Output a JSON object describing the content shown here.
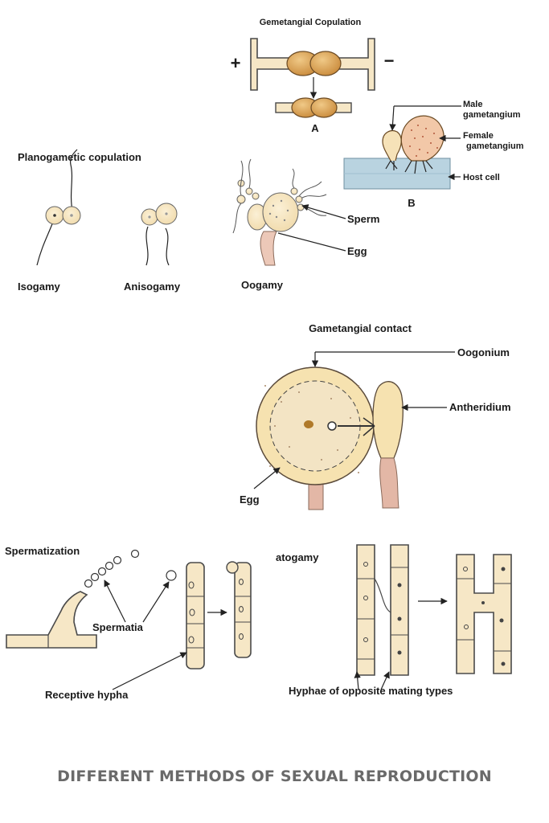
{
  "panels": {
    "gametangial_copulation": {
      "title": "Gemetangial Copulation",
      "plus_sign": "+",
      "minus_sign": "−",
      "label_a": "A",
      "label_b": "B",
      "male_gametangium": "Male\ngametangium",
      "male_line1": "Male",
      "male_line2": "gametangium",
      "female_line1": "Female",
      "female_line2": "gametangium",
      "host_cell": "Host cell"
    },
    "planogametic_copulation": {
      "title": "Planogametic copulation",
      "isogamy": "Isogamy",
      "anisogamy": "Anisogamy",
      "oogamy": "Oogamy",
      "sperm": "Sperm",
      "egg": "Egg"
    },
    "gametangial_contact": {
      "title": "Gametangial contact",
      "oogonium": "Oogonium",
      "antheridium": "Antheridium",
      "egg": "Egg"
    },
    "spermatization": {
      "title": "Spermatization",
      "spermatia": "Spermatia",
      "receptive_hypha": "Receptive hypha"
    },
    "somatogamy": {
      "title": "atogamy",
      "hyphae": "Hyphae of opposite mating types"
    }
  },
  "caption": "DIFFERENT METHODS OF SEXUAL REPRODUCTION",
  "colors": {
    "cell_fill": "#f6e7c6",
    "gametangium": "#d9a45a",
    "hypha_pink": "#e8c4b0",
    "host_cell": "#b9d3e0",
    "caption": "#6a6a6a"
  }
}
